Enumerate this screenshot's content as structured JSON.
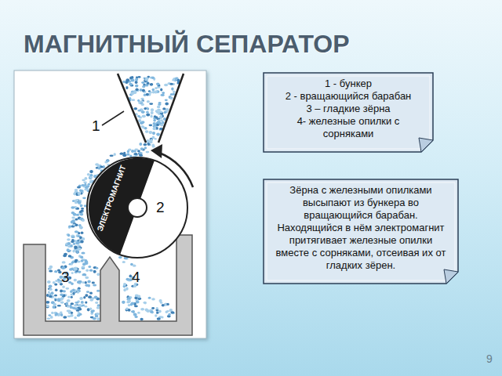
{
  "diagram": {
    "title": "МАГНИТНЫЙ СЕПАРАТОР",
    "nodes": [
      {
        "text": [
          "1 - бункер",
          "2 - вращающийся барабан",
          "3 – гладкие зёрна",
          "4- железные опилки с сорняками"
        ]
      },
      {
        "text": [
          "Зёрна с железными опилками высыпают из бункера во вращающийся барабан. Находящийся в нём электромагнит притягивает железные опилки вместе с сорняками, отсеивая их от гладких зёрен."
        ]
      },
      {
        "text": [
          "ЭЛЕКТРОМАГНИТ",
          "2"
        ]
      }
    ],
    "labels": [
      "1",
      "3",
      "4",
      "9"
    ]
  }
}
